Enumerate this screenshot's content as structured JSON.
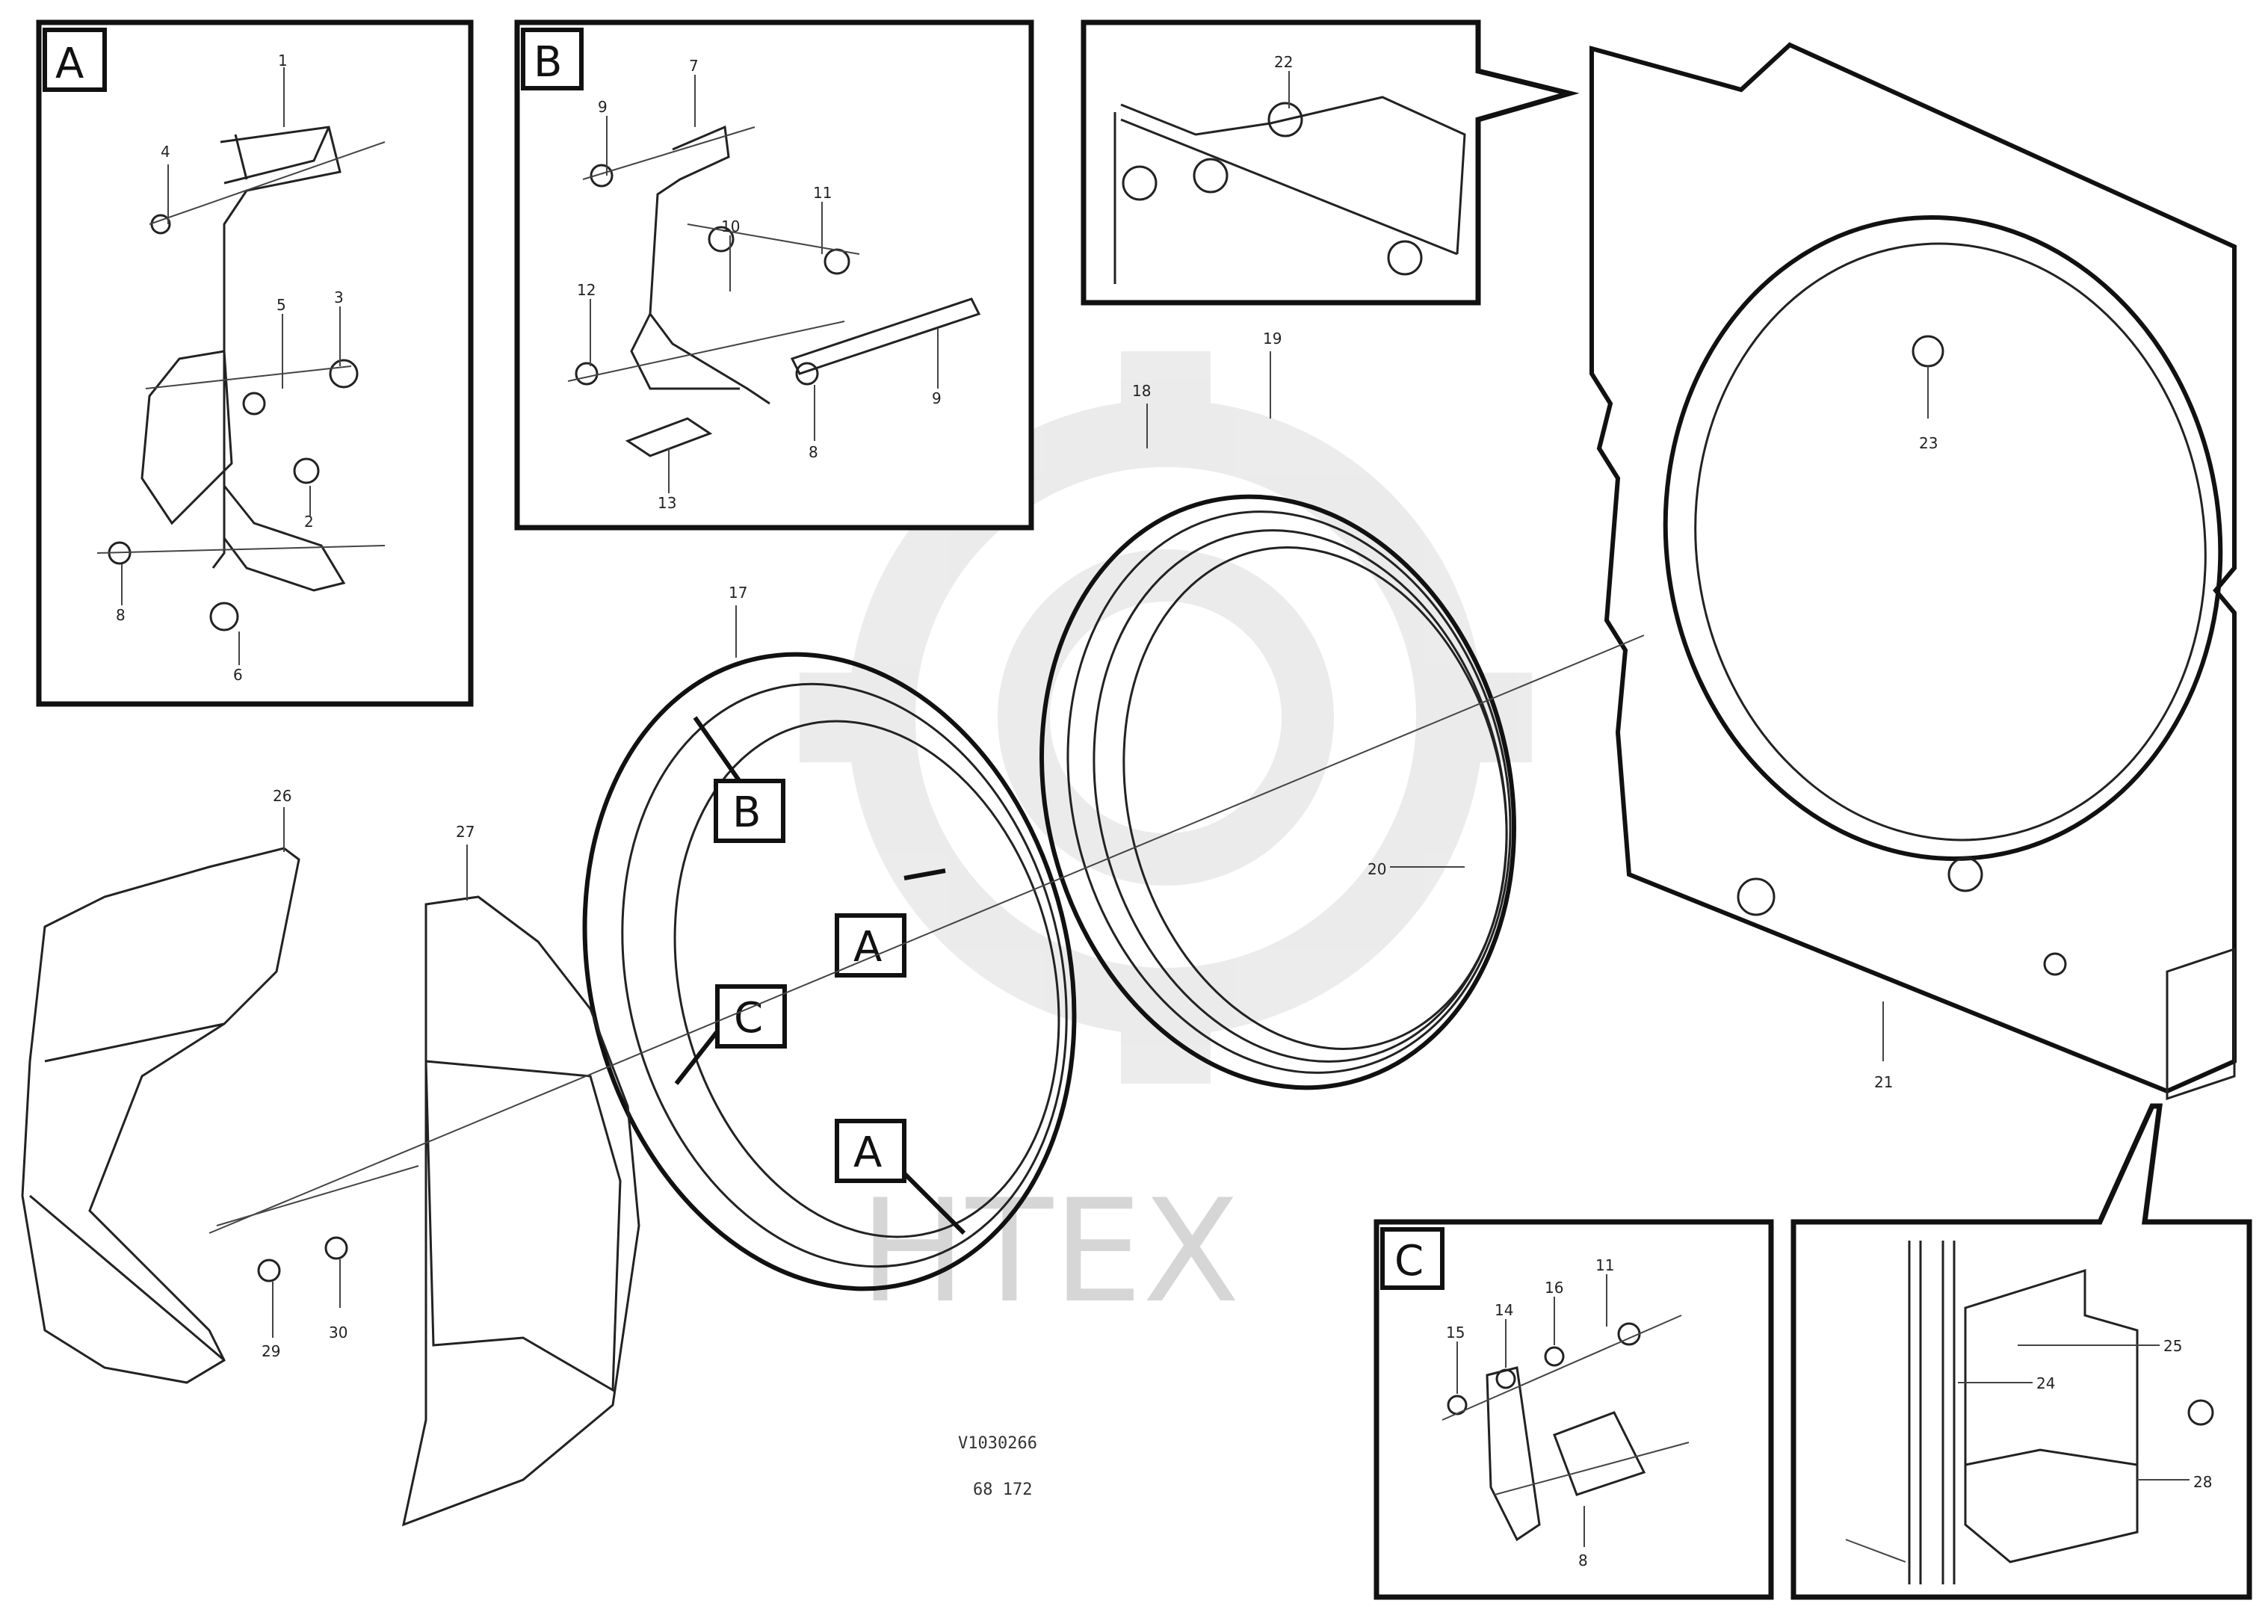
{
  "detail_tags": {
    "a": "A",
    "b": "B",
    "c": "C"
  },
  "callout_numbers": {
    "n1": "1",
    "n2": "2",
    "n3": "3",
    "n4": "4",
    "n5": "5",
    "n6": "6",
    "n7": "7",
    "n8": "8",
    "n9": "9",
    "n10": "10",
    "n11": "11",
    "n12": "12",
    "n13": "13",
    "n14": "14",
    "n15": "15",
    "n16": "16",
    "n17": "17",
    "n18": "18",
    "n19": "19",
    "n20": "20",
    "n21": "21",
    "n22": "22",
    "n23": "23",
    "n24": "24",
    "n25": "25",
    "n26": "26",
    "n27": "27",
    "n28": "28",
    "n29": "29",
    "n30": "30"
  },
  "drawing_ref": {
    "code": "V1030266",
    "page": "68 172"
  },
  "watermark": "HTEX",
  "colors": {
    "line": "#222222",
    "watermark": "#d6d6d6",
    "background": "#ffffff"
  }
}
